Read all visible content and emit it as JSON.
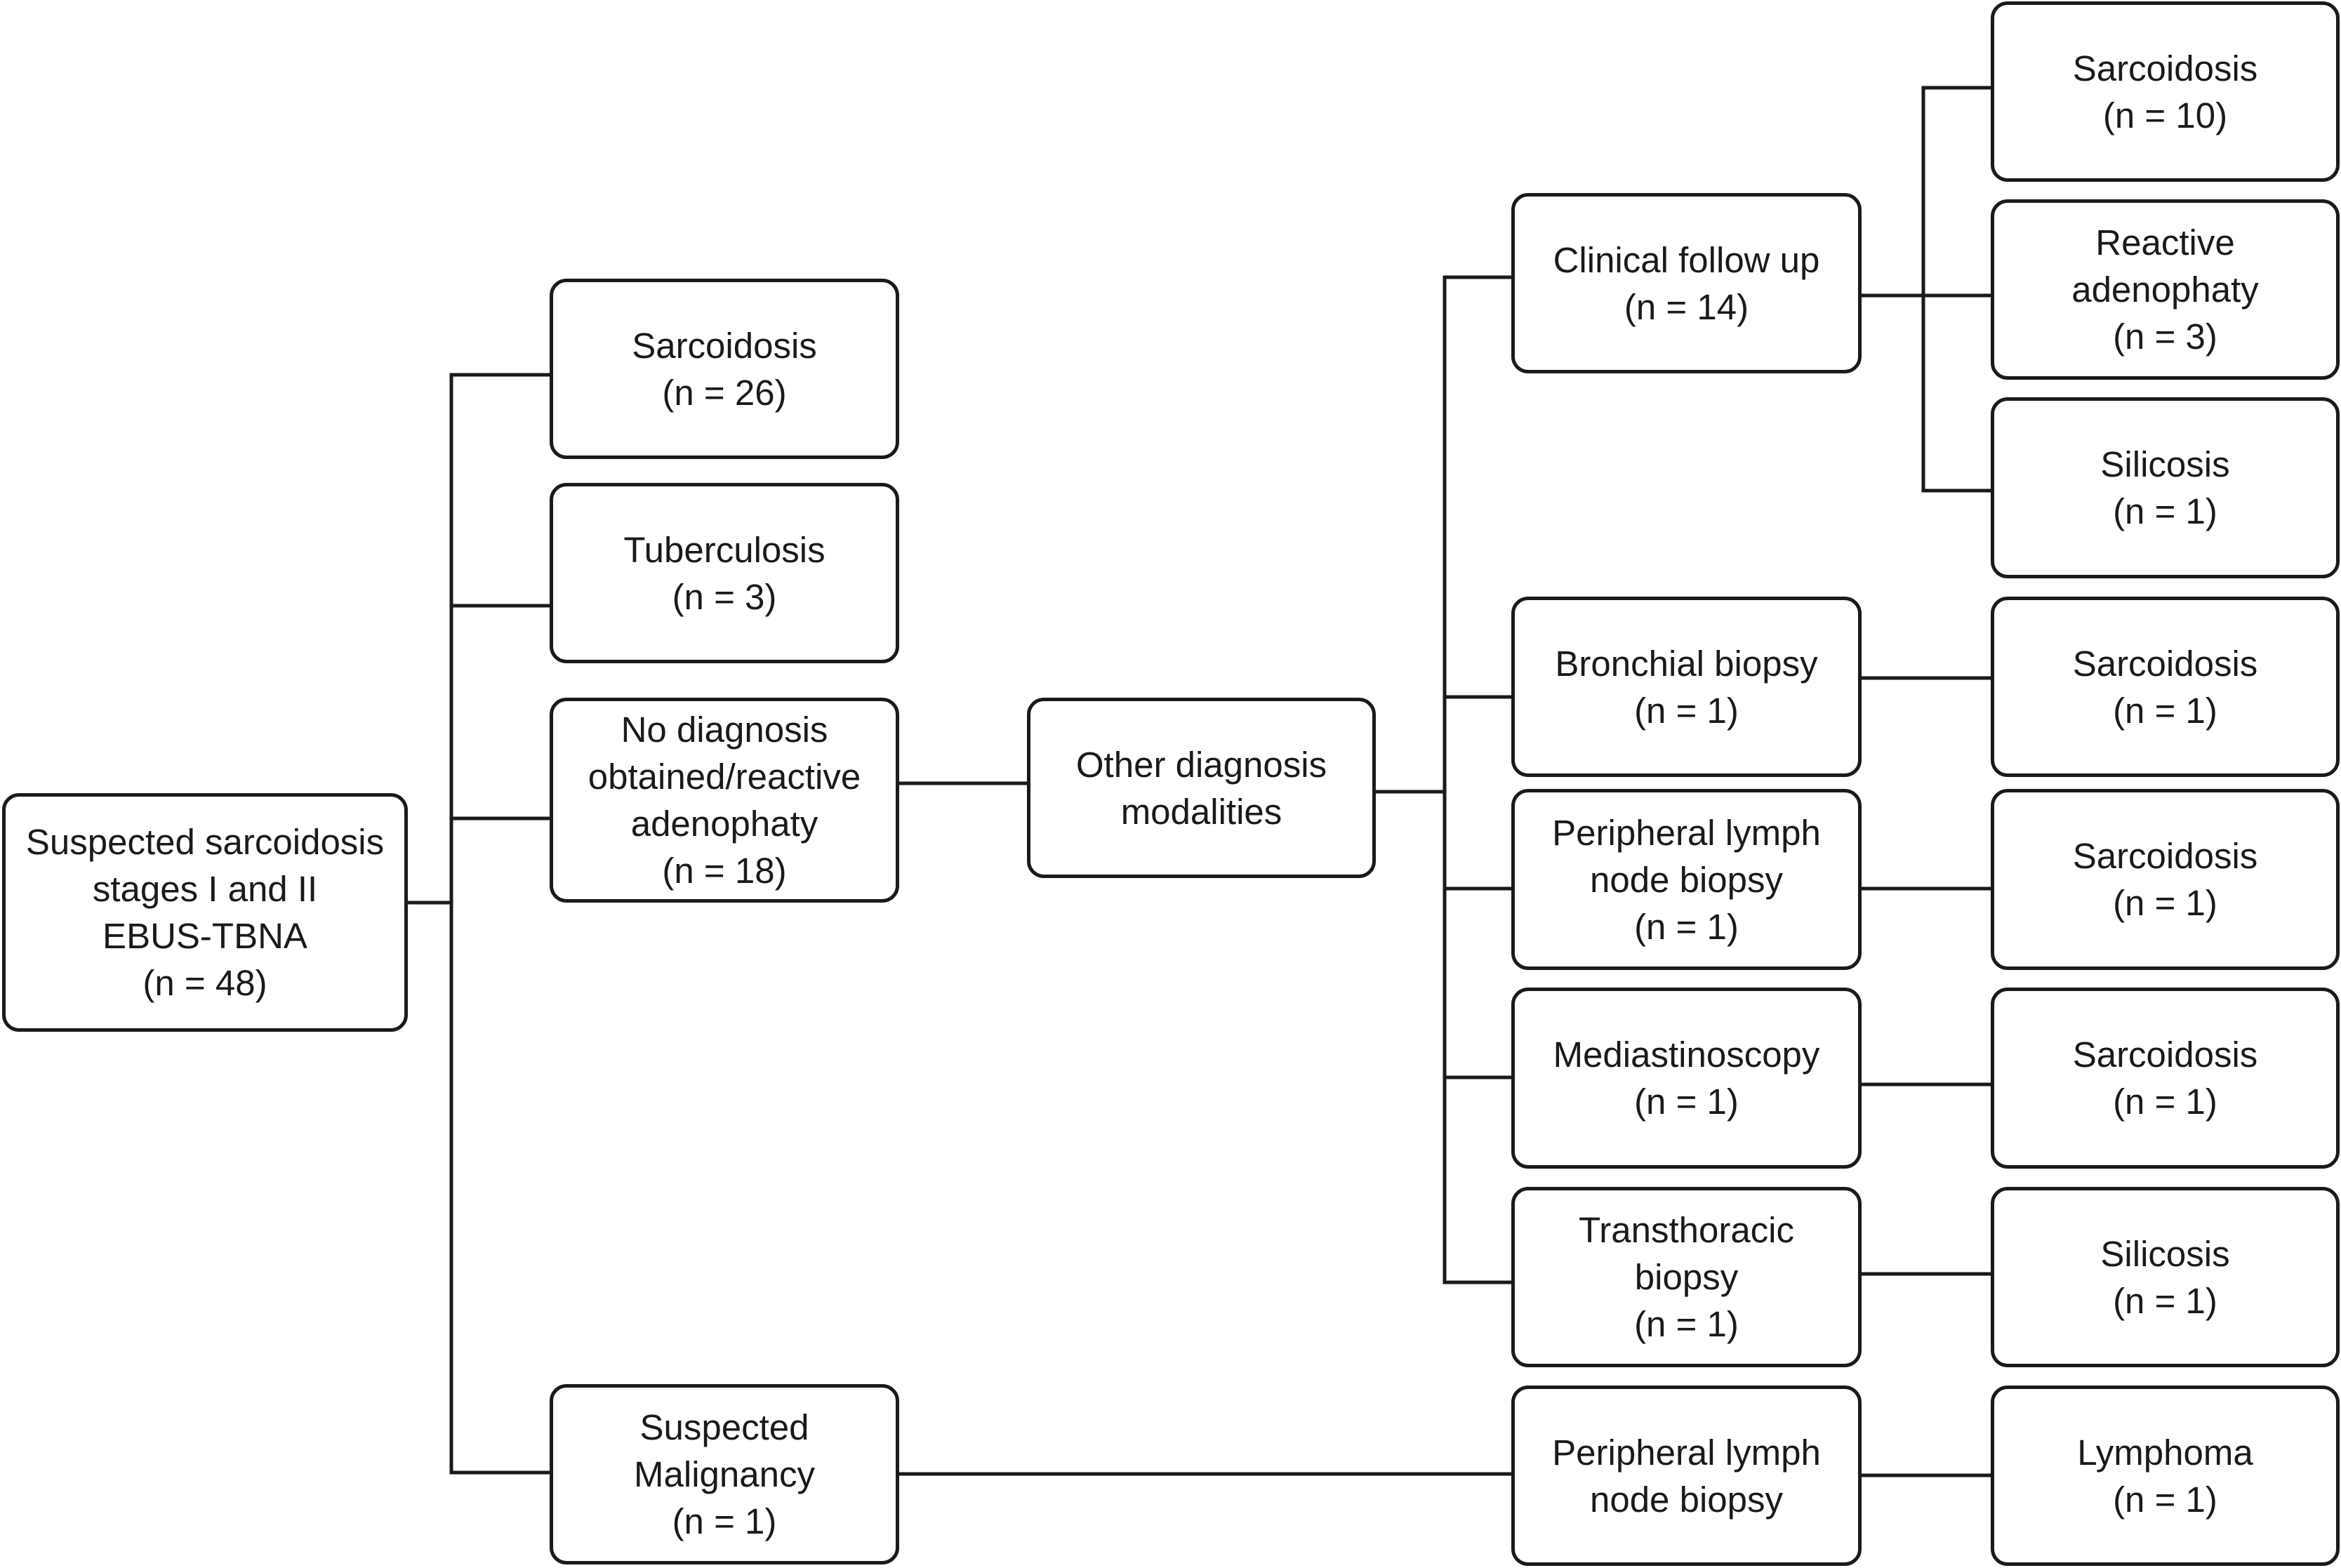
{
  "root": {
    "lines": [
      "Suspected sarcoidosis",
      "stages I and II",
      "EBUS-TBNA",
      "(n = 48)"
    ]
  },
  "level1": {
    "sarcoidosis": {
      "lines": [
        "Sarcoidosis",
        "(n = 26)"
      ]
    },
    "tuberculosis": {
      "lines": [
        "Tuberculosis",
        "(n = 3)"
      ]
    },
    "no_diagnosis": {
      "lines": [
        "No diagnosis",
        "obtained/reactive",
        "adenophaty",
        "(n = 18)"
      ]
    },
    "suspected_malignancy": {
      "lines": [
        "Suspected",
        "Malignancy",
        "(n = 1)"
      ]
    }
  },
  "other_modalities": {
    "lines": [
      "Other diagnosis",
      "modalities"
    ]
  },
  "modalities": {
    "clinical_follow_up": {
      "lines": [
        "Clinical follow up",
        "(n = 14)"
      ]
    },
    "bronchial_biopsy": {
      "lines": [
        "Bronchial biopsy",
        "(n = 1)"
      ]
    },
    "peripheral_lymph_node_biopsy": {
      "lines": [
        "Peripheral lymph",
        "node biopsy",
        "(n = 1)"
      ]
    },
    "mediastinoscopy": {
      "lines": [
        "Mediastinoscopy",
        "(n = 1)"
      ]
    },
    "transthoracic_biopsy": {
      "lines": [
        "Transthoracic",
        "biopsy",
        "(n = 1)"
      ]
    },
    "malignancy_peripheral_biopsy": {
      "lines": [
        "Peripheral lymph",
        "node biopsy"
      ]
    }
  },
  "outcomes": {
    "cfu_sarcoidosis": {
      "lines": [
        "Sarcoidosis",
        "(n = 10)"
      ]
    },
    "cfu_reactive": {
      "lines": [
        "Reactive",
        "adenophaty",
        "(n = 3)"
      ]
    },
    "cfu_silicosis": {
      "lines": [
        "Silicosis",
        "(n = 1)"
      ]
    },
    "bronchial_sarcoidosis": {
      "lines": [
        "Sarcoidosis",
        "(n = 1)"
      ]
    },
    "peripheral_sarcoidosis": {
      "lines": [
        "Sarcoidosis",
        "(n = 1)"
      ]
    },
    "mediastinoscopy_sarcoidosis": {
      "lines": [
        "Sarcoidosis",
        "(n = 1)"
      ]
    },
    "transthoracic_silicosis": {
      "lines": [
        "Silicosis",
        "(n = 1)"
      ]
    },
    "lymphoma": {
      "lines": [
        "Lymphoma",
        "(n = 1)"
      ]
    }
  },
  "colors": {
    "line": "#1a1a1a",
    "box_fill": "#ffffff"
  }
}
